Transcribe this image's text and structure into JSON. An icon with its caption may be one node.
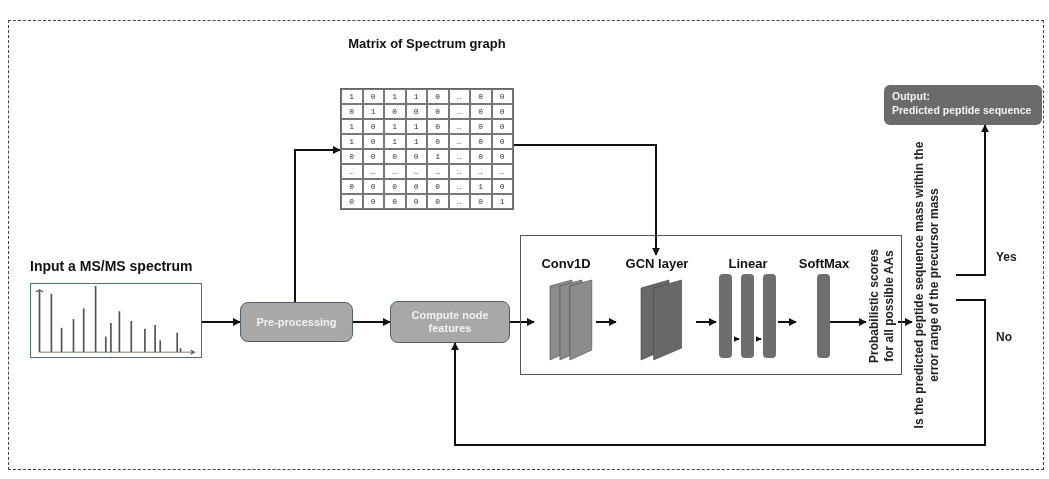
{
  "diagram": {
    "nodes": [
      {
        "text": [
          "Input a MS/MS spectrum"
        ]
      },
      {
        "text": [
          "Pre-processing"
        ]
      },
      {
        "text": [
          "Compute node features"
        ]
      },
      {
        "text": [
          "Matrix of Spectrum graph"
        ]
      },
      {
        "text": [],
        "shape": "box"
      },
      {
        "text": [
          "Conv1D"
        ],
        "in": 4
      },
      {
        "text": [
          "GCN layer"
        ],
        "in": 4
      },
      {
        "text": [
          "Linear"
        ],
        "in": 4
      },
      {
        "text": [
          "SoftMax"
        ],
        "in": 4
      },
      {
        "text": [
          "Probabilistic scores for all possible AAs"
        ],
        "in": 4
      },
      {
        "text": [
          "Is the predicted peptide sequence mass within the error range of the precursor mass"
        ]
      },
      {
        "text": [
          "Output:",
          "Predicted peptide sequence"
        ]
      }
    ],
    "edges": [
      {
        "from": 0,
        "to": 1,
        "arrow": "to"
      },
      {
        "from": 1,
        "to": 3,
        "arrow": "to"
      },
      {
        "from": 1,
        "to": 2,
        "arrow": "to"
      },
      {
        "from": 3,
        "to": 6,
        "arrow": "to"
      },
      {
        "from": 2,
        "to": 5,
        "arrow": "to"
      },
      {
        "from": 5,
        "to": 6,
        "arrow": "to"
      },
      {
        "from": 6,
        "to": 7,
        "arrow": "to"
      },
      {
        "from": 7,
        "to": 8,
        "arrow": "to"
      },
      {
        "from": 8,
        "to": 9,
        "arrow": "to"
      },
      {
        "from": 9,
        "to": 10,
        "arrow": "to"
      },
      {
        "from": 10,
        "to": 11,
        "arrow": "to",
        "label": "Yes"
      },
      {
        "from": 10,
        "to": 2,
        "arrow": "to",
        "label": "No"
      }
    ],
    "labels": [
      "1",
      "0",
      "1",
      "1",
      "0",
      "…",
      "0",
      "0",
      "0",
      "1",
      "0",
      "0",
      "0",
      "…",
      "0",
      "0",
      "1",
      "0",
      "1",
      "1",
      "0",
      "…",
      "0",
      "0",
      "1",
      "0",
      "1",
      "1",
      "0",
      "…",
      "0",
      "0",
      "0",
      "0",
      "0",
      "0",
      "1",
      "…",
      "0",
      "0",
      "…",
      "…",
      "…",
      "…",
      "…",
      "…",
      "…",
      "…",
      "0",
      "0",
      "0",
      "0",
      "0",
      "…",
      "1",
      "0",
      "0",
      "0",
      "0",
      "0",
      "0",
      "…",
      "0",
      "1"
    ]
  }
}
